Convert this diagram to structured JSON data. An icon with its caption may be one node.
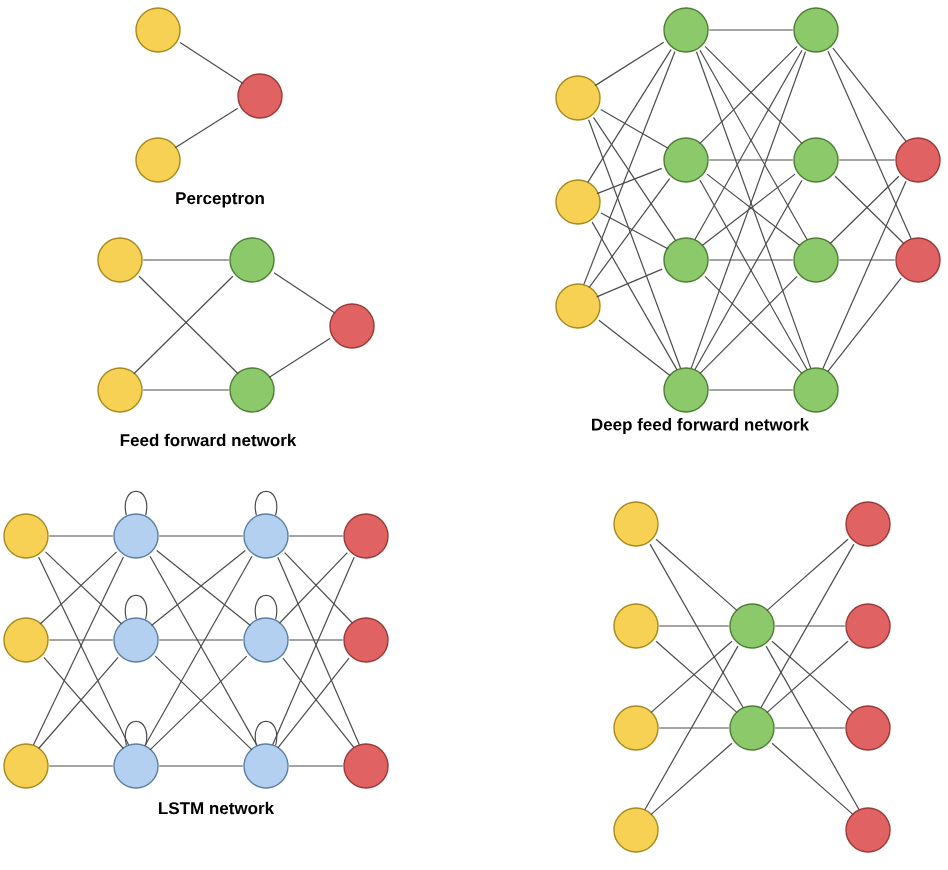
{
  "diagram": {
    "nodes": [
      {
        "text": [],
        "shape": "circle"
      },
      {
        "text": [],
        "shape": "circle"
      },
      {
        "text": [],
        "shape": "circle"
      },
      {
        "text": [],
        "shape": "circle"
      },
      {
        "text": [],
        "shape": "circle"
      },
      {
        "text": [],
        "shape": "circle"
      },
      {
        "text": [],
        "shape": "circle"
      },
      {
        "text": [],
        "shape": "circle"
      },
      {
        "text": [],
        "shape": "circle"
      },
      {
        "text": [],
        "shape": "circle"
      },
      {
        "text": [],
        "shape": "circle"
      },
      {
        "text": [],
        "shape": "circle"
      },
      {
        "text": [],
        "shape": "circle"
      },
      {
        "text": [],
        "shape": "circle"
      },
      {
        "text": [],
        "shape": "circle"
      },
      {
        "text": [],
        "shape": "circle"
      },
      {
        "text": [],
        "shape": "circle"
      },
      {
        "text": [],
        "shape": "circle"
      },
      {
        "text": [],
        "shape": "circle"
      },
      {
        "text": [],
        "shape": "circle"
      },
      {
        "text": [],
        "shape": "circle"
      },
      {
        "text": [],
        "shape": "circle"
      },
      {
        "text": [],
        "shape": "circle"
      },
      {
        "text": [],
        "shape": "circle"
      },
      {
        "text": [],
        "shape": "circle"
      },
      {
        "text": [],
        "shape": "circle"
      },
      {
        "text": [],
        "shape": "circle"
      },
      {
        "text": [],
        "shape": "circle"
      },
      {
        "text": [],
        "shape": "circle"
      },
      {
        "text": [],
        "shape": "circle"
      },
      {
        "text": [],
        "shape": "circle"
      },
      {
        "text": [],
        "shape": "circle"
      },
      {
        "text": [],
        "shape": "circle"
      },
      {
        "text": [],
        "shape": "circle"
      },
      {
        "text": [],
        "shape": "circle"
      },
      {
        "text": [],
        "shape": "circle"
      },
      {
        "text": [],
        "shape": "circle"
      },
      {
        "text": [],
        "shape": "circle"
      },
      {
        "text": [],
        "shape": "circle"
      },
      {
        "text": [],
        "shape": "circle"
      },
      {
        "text": [],
        "shape": "circle"
      },
      {
        "text": [],
        "shape": "circle"
      },
      {
        "text": [],
        "shape": "circle"
      }
    ],
    "edges": [
      {
        "from": 0,
        "to": 2,
        "arrow": "none"
      },
      {
        "from": 1,
        "to": 2,
        "arrow": "none"
      },
      {
        "from": 3,
        "to": 5,
        "arrow": "none"
      },
      {
        "from": 3,
        "to": 6,
        "arrow": "none"
      },
      {
        "from": 4,
        "to": 5,
        "arrow": "none"
      },
      {
        "from": 4,
        "to": 6,
        "arrow": "none"
      },
      {
        "from": 5,
        "to": 7,
        "arrow": "none"
      },
      {
        "from": 6,
        "to": 7,
        "arrow": "none"
      },
      {
        "from": 8,
        "to": 11,
        "arrow": "none"
      },
      {
        "from": 8,
        "to": 12,
        "arrow": "none"
      },
      {
        "from": 8,
        "to": 13,
        "arrow": "none"
      },
      {
        "from": 8,
        "to": 14,
        "arrow": "none"
      },
      {
        "from": 9,
        "to": 11,
        "arrow": "none"
      },
      {
        "from": 9,
        "to": 12,
        "arrow": "none"
      },
      {
        "from": 9,
        "to": 13,
        "arrow": "none"
      },
      {
        "from": 9,
        "to": 14,
        "arrow": "none"
      },
      {
        "from": 10,
        "to": 11,
        "arrow": "none"
      },
      {
        "from": 10,
        "to": 12,
        "arrow": "none"
      },
      {
        "from": 10,
        "to": 13,
        "arrow": "none"
      },
      {
        "from": 10,
        "to": 14,
        "arrow": "none"
      },
      {
        "from": 11,
        "to": 15,
        "arrow": "none"
      },
      {
        "from": 11,
        "to": 16,
        "arrow": "none"
      },
      {
        "from": 11,
        "to": 17,
        "arrow": "none"
      },
      {
        "from": 11,
        "to": 18,
        "arrow": "none"
      },
      {
        "from": 12,
        "to": 15,
        "arrow": "none"
      },
      {
        "from": 12,
        "to": 16,
        "arrow": "none"
      },
      {
        "from": 12,
        "to": 17,
        "arrow": "none"
      },
      {
        "from": 12,
        "to": 18,
        "arrow": "none"
      },
      {
        "from": 13,
        "to": 15,
        "arrow": "none"
      },
      {
        "from": 13,
        "to": 16,
        "arrow": "none"
      },
      {
        "from": 13,
        "to": 17,
        "arrow": "none"
      },
      {
        "from": 13,
        "to": 18,
        "arrow": "none"
      },
      {
        "from": 14,
        "to": 15,
        "arrow": "none"
      },
      {
        "from": 14,
        "to": 16,
        "arrow": "none"
      },
      {
        "from": 14,
        "to": 17,
        "arrow": "none"
      },
      {
        "from": 14,
        "to": 18,
        "arrow": "none"
      },
      {
        "from": 15,
        "to": 19,
        "arrow": "none"
      },
      {
        "from": 15,
        "to": 20,
        "arrow": "none"
      },
      {
        "from": 16,
        "to": 19,
        "arrow": "none"
      },
      {
        "from": 16,
        "to": 20,
        "arrow": "none"
      },
      {
        "from": 17,
        "to": 19,
        "arrow": "none"
      },
      {
        "from": 17,
        "to": 20,
        "arrow": "none"
      },
      {
        "from": 18,
        "to": 19,
        "arrow": "none"
      },
      {
        "from": 18,
        "to": 20,
        "arrow": "none"
      },
      {
        "from": 21,
        "to": 24,
        "arrow": "none"
      },
      {
        "from": 21,
        "to": 25,
        "arrow": "none"
      },
      {
        "from": 21,
        "to": 26,
        "arrow": "none"
      },
      {
        "from": 22,
        "to": 24,
        "arrow": "none"
      },
      {
        "from": 22,
        "to": 25,
        "arrow": "none"
      },
      {
        "from": 22,
        "to": 26,
        "arrow": "none"
      },
      {
        "from": 23,
        "to": 24,
        "arrow": "none"
      },
      {
        "from": 23,
        "to": 25,
        "arrow": "none"
      },
      {
        "from": 23,
        "to": 26,
        "arrow": "none"
      },
      {
        "from": 24,
        "to": 24,
        "arrow": "none"
      },
      {
        "from": 25,
        "to": 25,
        "arrow": "none"
      },
      {
        "from": 26,
        "to": 26,
        "arrow": "none"
      },
      {
        "from": 24,
        "to": 27,
        "arrow": "none"
      },
      {
        "from": 24,
        "to": 28,
        "arrow": "none"
      },
      {
        "from": 24,
        "to": 29,
        "arrow": "none"
      },
      {
        "from": 25,
        "to": 27,
        "arrow": "none"
      },
      {
        "from": 25,
        "to": 28,
        "arrow": "none"
      },
      {
        "from": 25,
        "to": 29,
        "arrow": "none"
      },
      {
        "from": 26,
        "to": 27,
        "arrow": "none"
      },
      {
        "from": 26,
        "to": 28,
        "arrow": "none"
      },
      {
        "from": 26,
        "to": 29,
        "arrow": "none"
      },
      {
        "from": 27,
        "to": 27,
        "arrow": "none"
      },
      {
        "from": 28,
        "to": 28,
        "arrow": "none"
      },
      {
        "from": 29,
        "to": 29,
        "arrow": "none"
      },
      {
        "from": 27,
        "to": 30,
        "arrow": "none"
      },
      {
        "from": 27,
        "to": 31,
        "arrow": "none"
      },
      {
        "from": 27,
        "to": 32,
        "arrow": "none"
      },
      {
        "from": 28,
        "to": 30,
        "arrow": "none"
      },
      {
        "from": 28,
        "to": 31,
        "arrow": "none"
      },
      {
        "from": 28,
        "to": 32,
        "arrow": "none"
      },
      {
        "from": 29,
        "to": 30,
        "arrow": "none"
      },
      {
        "from": 29,
        "to": 31,
        "arrow": "none"
      },
      {
        "from": 29,
        "to": 32,
        "arrow": "none"
      },
      {
        "from": 33,
        "to": 37,
        "arrow": "none"
      },
      {
        "from": 33,
        "to": 38,
        "arrow": "none"
      },
      {
        "from": 34,
        "to": 37,
        "arrow": "none"
      },
      {
        "from": 34,
        "to": 38,
        "arrow": "none"
      },
      {
        "from": 35,
        "to": 37,
        "arrow": "none"
      },
      {
        "from": 35,
        "to": 38,
        "arrow": "none"
      },
      {
        "from": 36,
        "to": 37,
        "arrow": "none"
      },
      {
        "from": 36,
        "to": 38,
        "arrow": "none"
      },
      {
        "from": 37,
        "to": 39,
        "arrow": "none"
      },
      {
        "from": 37,
        "to": 40,
        "arrow": "none"
      },
      {
        "from": 37,
        "to": 41,
        "arrow": "none"
      },
      {
        "from": 37,
        "to": 42,
        "arrow": "none"
      },
      {
        "from": 38,
        "to": 39,
        "arrow": "none"
      },
      {
        "from": 38,
        "to": 40,
        "arrow": "none"
      },
      {
        "from": 38,
        "to": 41,
        "arrow": "none"
      },
      {
        "from": 38,
        "to": 42,
        "arrow": "none"
      }
    ],
    "labels": [
      "Perceptron",
      "Feed forward network",
      "Deep feed forward network",
      "LSTM network"
    ]
  }
}
